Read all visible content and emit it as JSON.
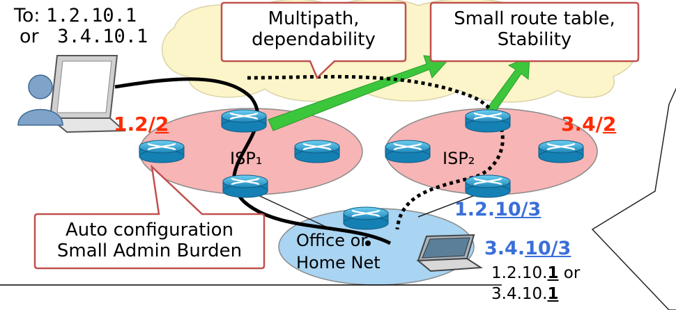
{
  "destination": {
    "to_label": "To:",
    "addr1": "1.2.10.1",
    "or_label": "or",
    "addr2": "3.4.10.1"
  },
  "callouts": {
    "multipath": [
      "Multipath,",
      "dependability"
    ],
    "route_table": [
      "Small route table,",
      "Stability"
    ],
    "autoconf": [
      "Auto configuration",
      "Small Admin Burden"
    ]
  },
  "isp1": {
    "name": "ISP₁",
    "prefix_base": "1.2/",
    "prefix_len": "2"
  },
  "isp2": {
    "name": "ISP₂",
    "prefix_base": "3.4/",
    "prefix_len": "2"
  },
  "office": {
    "name_line1": "Office or",
    "name_line2": "Home Net"
  },
  "prefixes": {
    "p1_base": "1.2.",
    "p1_len": "10/3",
    "p2_base": "3.4.",
    "p2_len": "10/3"
  },
  "host_addr": {
    "a1_base": "1.2.10.",
    "a1_host": "1",
    "or_label": " or",
    "a2_base": "3.4.10.",
    "a2_host": "1"
  },
  "colors": {
    "isp_fill": "#f7b5b5",
    "office_fill": "#a9d4f2",
    "cloud_fill": "#fbf5c9",
    "arrow_green": "#3cc63c",
    "callout_border": "#c0504d",
    "prefix_red": "#ff2a00",
    "prefix_blue": "#3a6fd9"
  },
  "icons": [
    "router-icon",
    "user-icon",
    "laptop-icon"
  ]
}
